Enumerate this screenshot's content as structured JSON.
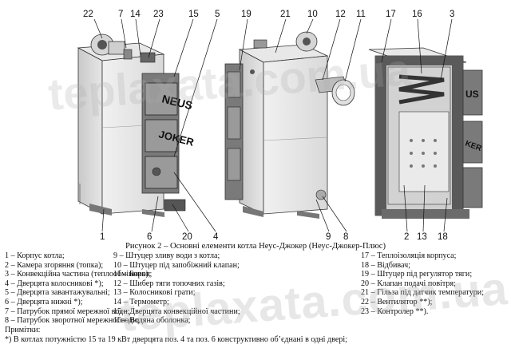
{
  "callouts": {
    "n22": "22",
    "n7": "7",
    "n14": "14",
    "n23": "23",
    "n15": "15",
    "n5": "5",
    "n19": "19",
    "n21": "21",
    "n10": "10",
    "n12": "12",
    "n11": "11",
    "n17": "17",
    "n16": "16",
    "n3": "3",
    "n1": "1",
    "n6": "6",
    "n20": "20",
    "n4": "4",
    "n9": "9",
    "n8": "8",
    "n2": "2",
    "n13": "13",
    "n18": "18"
  },
  "labels": {
    "neus_front": "NEUS",
    "joker_front": "JOKER",
    "us_right": "US",
    "joker_right": "KER"
  },
  "caption": "Рисунок 2 – Основні елементи котла Неус-Джокер (Неус-Джокер-Плюс)",
  "legend": {
    "col1": [
      "1 – Корпус котла;",
      "2 – Камера згоряння (топка);",
      "3 – Конвекційна частина (теплообмінник);",
      "4 – Дверцята колосникові *);",
      "5 – Дверцята завантажувальні;",
      "6 – Дверцята нижні *);",
      "7 – Патрубок прямої мережної води;",
      "8 – Патрубок зворотної мережної води;"
    ],
    "col2": [
      "9 – Штуцер зливу води з котла;",
      "10 – Штуцер під запобіжний клапан;",
      "11 – Боров;",
      "12 – Шибер тяги топочних газів;",
      "13 – Колосникові грати;",
      "14 – Термометр;",
      "15 – Дверцята конвекційної частини;",
      "16 – Водяна оболонка;"
    ],
    "col3": [
      "17 – Теплоізоляція корпуса;",
      "18 – Відбивач;",
      "19 – Штуцер під регулятор тяги;",
      "20 – Клапан подачі повітря;",
      "21 – Гільза під датчик температури;",
      "22 – Вентилятор **);",
      "23 – Контролер **)."
    ]
  },
  "notes": {
    "title": "Примітки:",
    "line1": "*) В котлах потужністю 15 та 19 кВт дверцята поз. 4 та поз. 6 конструктивно об’єднані в одні двері;"
  },
  "watermark": "teplaxata.com.ua"
}
